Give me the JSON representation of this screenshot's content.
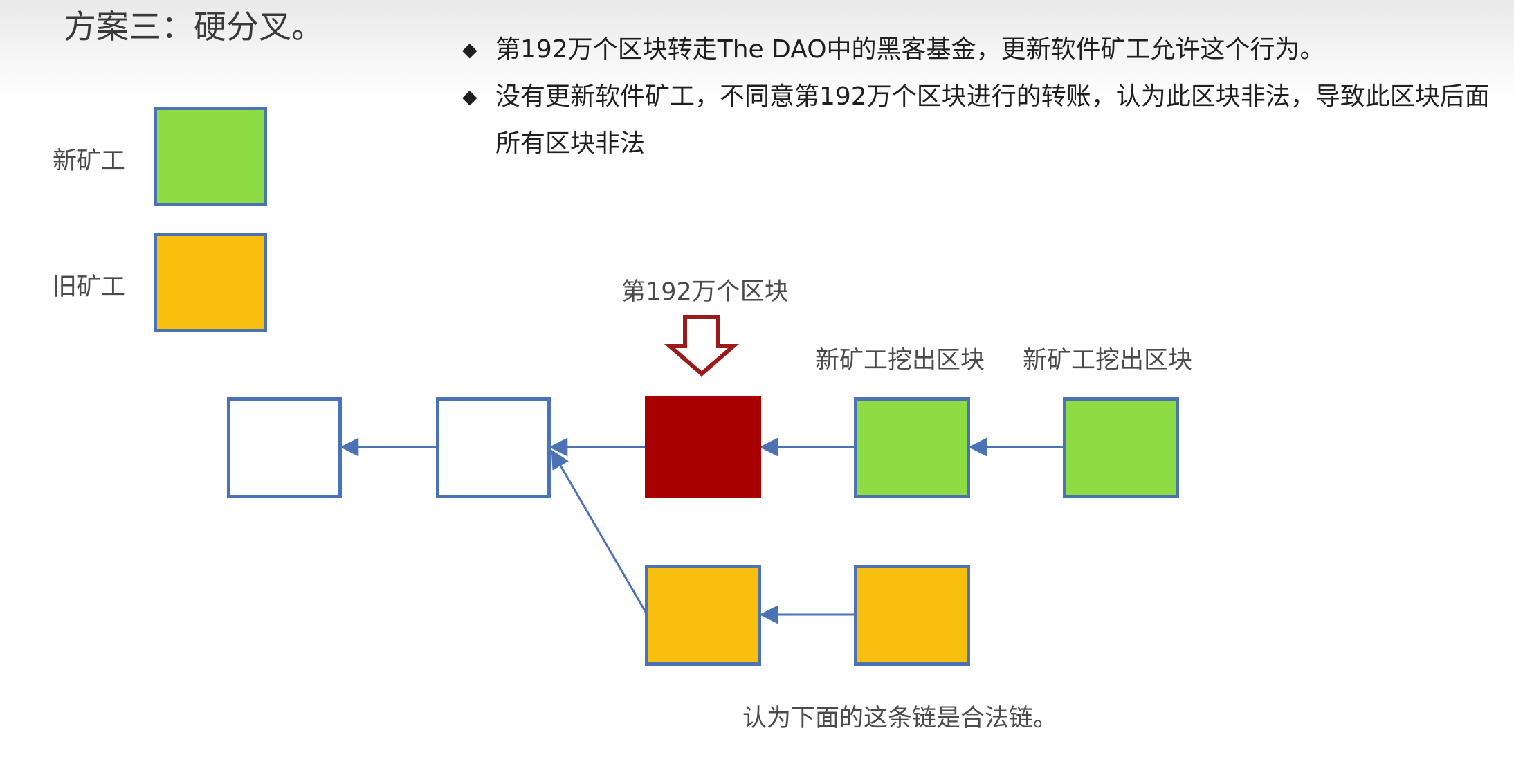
{
  "title": "方案三：硬分叉。",
  "bullets": [
    "第192万个区块转走The DAO中的黑客基金，更新软件矿工允许这个行为。",
    "没有更新软件矿工，不同意第192万个区块进行的转账，认为此区块非法，导致此区块后面所有区块非法"
  ],
  "bullet_glyph": "◆",
  "legend": [
    {
      "label": "新矿工",
      "color": "#8edc44"
    },
    {
      "label": "旧矿工",
      "color": "#f8bf0e"
    }
  ],
  "diagram": {
    "fork_block_label": "第192万个区块",
    "new_block_labels": [
      "新矿工挖出区块",
      "新矿工挖出区块"
    ],
    "bottom_note": "认为下面的这条链是合法链。",
    "colors": {
      "border": "#4a72b5",
      "fork_block": "#a80000",
      "arrow_outline": "#9b1a1a",
      "new_miner": "#8edc44",
      "old_miner": "#f8bf0e",
      "empty": "#ffffff"
    },
    "blocks": [
      {
        "id": "block-1",
        "kind": "empty"
      },
      {
        "id": "block-2",
        "kind": "empty"
      },
      {
        "id": "block-192w",
        "kind": "fork_block"
      },
      {
        "id": "new-block-1",
        "kind": "new_miner"
      },
      {
        "id": "new-block-2",
        "kind": "new_miner"
      },
      {
        "id": "old-block-1",
        "kind": "old_miner"
      },
      {
        "id": "old-block-2",
        "kind": "old_miner"
      }
    ]
  }
}
